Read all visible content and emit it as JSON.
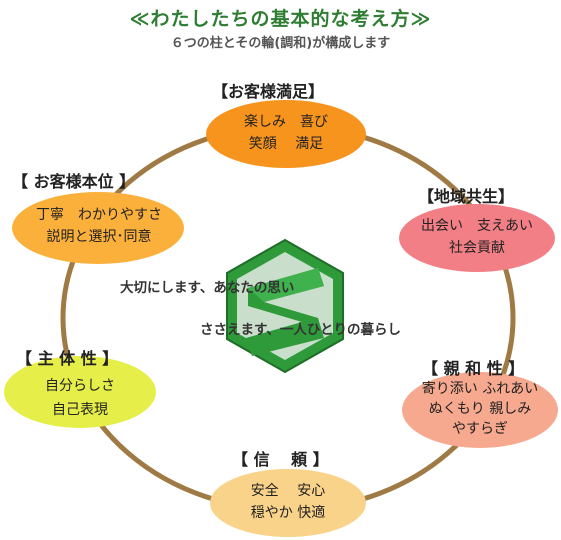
{
  "header": {
    "title": "≪わたしたちの基本的な考え方≫",
    "subtitle": "６つの柱とその輪(調和)が構成します"
  },
  "center": {
    "line1": "大切にします、あなたの思い",
    "line2": "ささえます、一人ひとりの暮らし"
  },
  "pillars": {
    "customer_satisfaction": {
      "label": "【お客様満足】",
      "line1": "楽しみ　喜び",
      "line2": "笑顔　 満足",
      "color": "#f7941d"
    },
    "community": {
      "label": "【地域共生】",
      "line1": "出会い　支えあい",
      "line2": "社会貢献",
      "color": "#f27f86"
    },
    "harmony": {
      "label": "【 親 和 性 】",
      "line1": "寄り添い ふれあい",
      "line2": "ぬくもり  親しみ",
      "line3": "やすらぎ",
      "color": "#f6a98e"
    },
    "trust": {
      "label": "【 信　 頼 】",
      "line1": "安全　 安心",
      "line2": "穏やか 快適",
      "color": "#f9d38a"
    },
    "autonomy": {
      "label": "【 主 体 性 】",
      "line1": "自分らしさ",
      "line2": "自己表現",
      "color": "#e6ee4a"
    },
    "customer_first": {
      "label": "【 お客様本位 】",
      "line1": "丁寧　わかりやすさ",
      "line2": "説明と選択･同意",
      "color": "#fbb03b"
    }
  },
  "colors": {
    "ring": "#a07a45",
    "logo_green": "#2e9a3a",
    "logo_light": "#c9dfcc",
    "title": "#2e7d32"
  }
}
